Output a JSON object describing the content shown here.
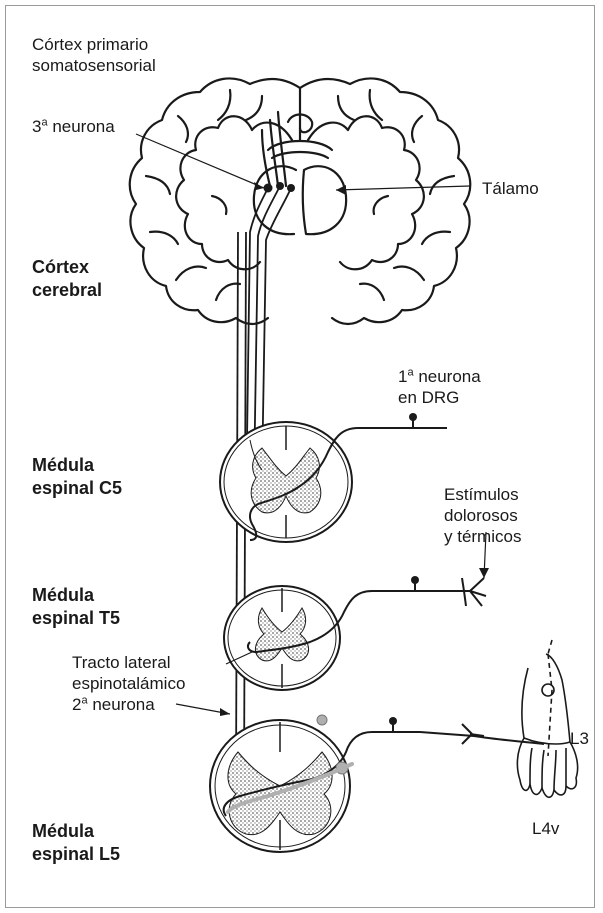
{
  "labels": {
    "cortex_primary_line1": "Córtex primario",
    "cortex_primary_line2": "somatosensorial",
    "third_neuron_num": "3",
    "third_neuron_sup": "a",
    "third_neuron_text": " neurona",
    "thalamus": "Tálamo",
    "cortex_cerebral_line1": "Córtex",
    "cortex_cerebral_line2": "cerebral",
    "first_neuron_num": "1",
    "first_neuron_sup": "a",
    "first_neuron_text": " neurona",
    "first_neuron_line2": "en DRG",
    "medulla_c5_line1": "Médula",
    "medulla_c5_line2": "espinal C5",
    "stimuli_line1": "Estímulos",
    "stimuli_line2": "dolorosos",
    "stimuli_line3": "y térmicos",
    "medulla_t5_line1": "Médula",
    "medulla_t5_line2": "espinal T5",
    "tract_line1": "Tracto lateral",
    "tract_line2": "espinotalámico",
    "second_neuron_num": "2",
    "second_neuron_sup": "a",
    "second_neuron_text": " neurona",
    "l3": "L3",
    "l4v": "L4v",
    "medulla_l5_line1": "Médula",
    "medulla_l5_line2": "espinal L5"
  },
  "colors": {
    "line": "#1a1a1a",
    "grey_matter": "#8a8a8a",
    "ganglion": "#b0b0b0",
    "frame": "#9a9a9a"
  }
}
